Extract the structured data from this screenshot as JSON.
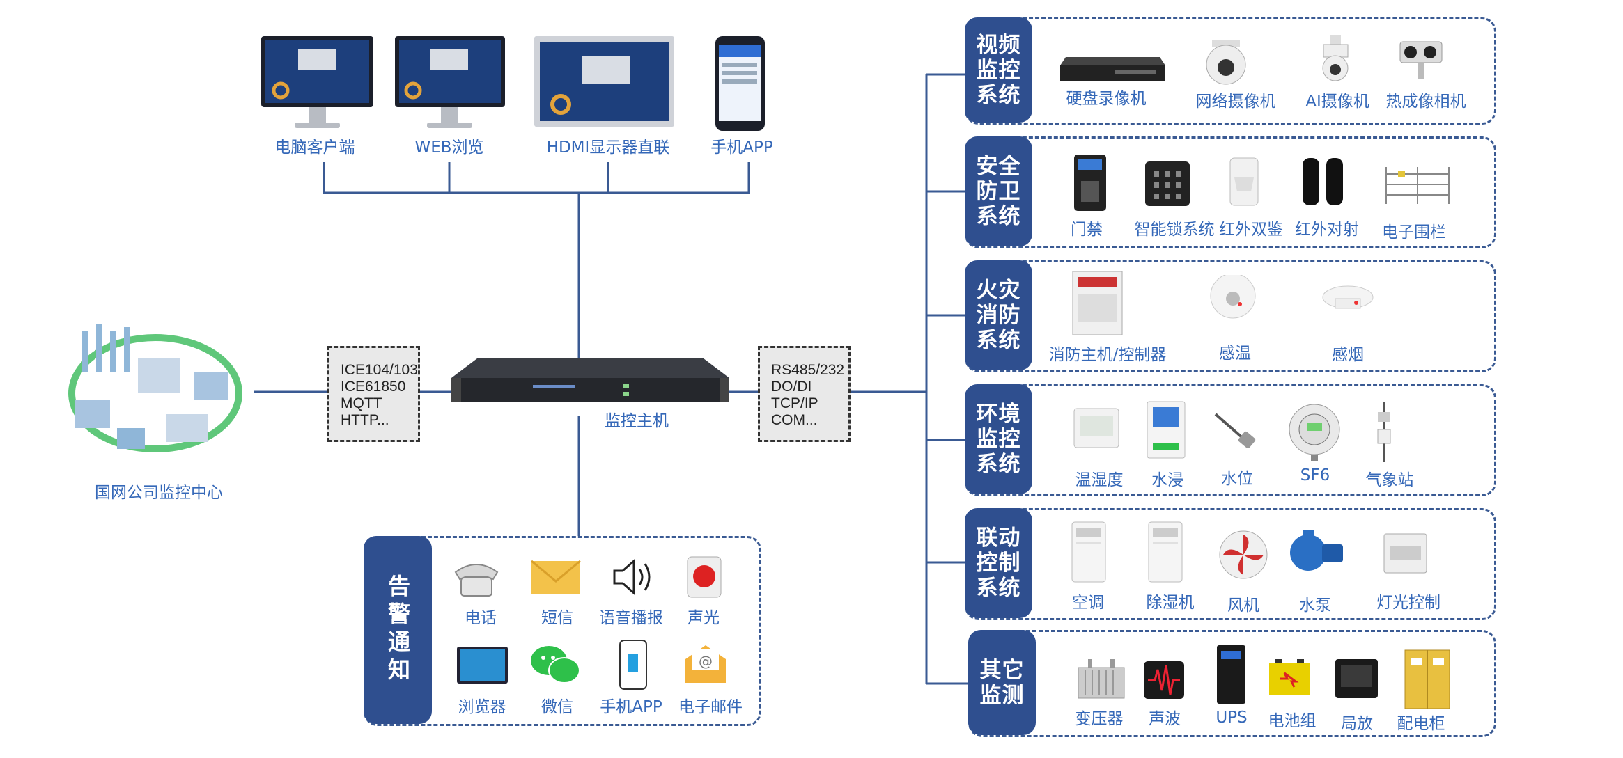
{
  "clients": [
    {
      "label": "电脑客户端",
      "icon": "monitor-icon"
    },
    {
      "label": "WEB浏览",
      "icon": "monitor-icon"
    },
    {
      "label": "HDMI显示器直联",
      "icon": "wide-monitor-icon"
    },
    {
      "label": "手机APP",
      "icon": "phone-icon"
    }
  ],
  "grid_center": {
    "label": "国网公司监控中心"
  },
  "host": {
    "label": "监控主机"
  },
  "left_protocols": [
    "ICE104/103",
    "ICE61850",
    "MQTT",
    "HTTP..."
  ],
  "right_protocols": [
    "RS485/232",
    "DO/DI",
    "TCP/IP",
    "COM..."
  ],
  "alarm": {
    "title": "告警通知",
    "items": [
      {
        "label": "电话",
        "icon": "telephone-icon"
      },
      {
        "label": "短信",
        "icon": "envelope-icon"
      },
      {
        "label": "语音播报",
        "icon": "speaker-icon"
      },
      {
        "label": "声光",
        "icon": "siren-icon"
      },
      {
        "label": "浏览器",
        "icon": "browser-tablet-icon"
      },
      {
        "label": "微信",
        "icon": "wechat-icon"
      },
      {
        "label": "手机APP",
        "icon": "phone-icon"
      },
      {
        "label": "电子邮件",
        "icon": "email-icon"
      }
    ]
  },
  "subsystems": [
    {
      "title": "视频\n监控\n系统",
      "items": [
        {
          "label": "硬盘录像机",
          "icon": "dvr-icon"
        },
        {
          "label": "网络摄像机",
          "icon": "dome-camera-icon"
        },
        {
          "label": "AI摄像机",
          "icon": "ptz-camera-icon"
        },
        {
          "label": "热成像相机",
          "icon": "thermal-camera-icon"
        }
      ]
    },
    {
      "title": "安全\n防卫\n系统",
      "items": [
        {
          "label": "门禁",
          "icon": "access-control-icon"
        },
        {
          "label": "智能锁系统",
          "icon": "keypad-lock-icon"
        },
        {
          "label": "红外双鉴",
          "icon": "pir-sensor-icon"
        },
        {
          "label": "红外对射",
          "icon": "beam-sensor-icon"
        },
        {
          "label": "电子围栏",
          "icon": "fence-icon"
        }
      ]
    },
    {
      "title": "火灾\n消防\n系统",
      "items": [
        {
          "label": "消防主机/控制器",
          "icon": "fire-panel-icon"
        },
        {
          "label": "感温",
          "icon": "heat-detector-icon"
        },
        {
          "label": "感烟",
          "icon": "smoke-detector-icon"
        }
      ]
    },
    {
      "title": "环境\n监控\n系统",
      "items": [
        {
          "label": "温湿度",
          "icon": "thermo-hygrometer-icon"
        },
        {
          "label": "水浸",
          "icon": "water-leak-icon"
        },
        {
          "label": "水位",
          "icon": "level-probe-icon"
        },
        {
          "label": "SF6",
          "icon": "gas-detector-icon"
        },
        {
          "label": "气象站",
          "icon": "weather-station-icon"
        }
      ]
    },
    {
      "title": "联动\n控制\n系统",
      "items": [
        {
          "label": "空调",
          "icon": "air-conditioner-icon"
        },
        {
          "label": "除湿机",
          "icon": "dehumidifier-icon"
        },
        {
          "label": "风机",
          "icon": "fan-icon"
        },
        {
          "label": "水泵",
          "icon": "pump-icon"
        },
        {
          "label": "灯光控制",
          "icon": "light-controller-icon"
        }
      ]
    },
    {
      "title": "其它\n监测",
      "items": [
        {
          "label": "变压器",
          "icon": "transformer-icon"
        },
        {
          "label": "声波",
          "icon": "acoustic-icon"
        },
        {
          "label": "UPS",
          "icon": "ups-icon"
        },
        {
          "label": "电池组",
          "icon": "battery-icon"
        },
        {
          "label": "局放",
          "icon": "partial-discharge-icon"
        },
        {
          "label": "配电柜",
          "icon": "distribution-cabinet-icon"
        }
      ]
    }
  ],
  "colors": {
    "accent": "#2f4f8f",
    "line": "#3a5a93",
    "text": "#3568b8"
  }
}
